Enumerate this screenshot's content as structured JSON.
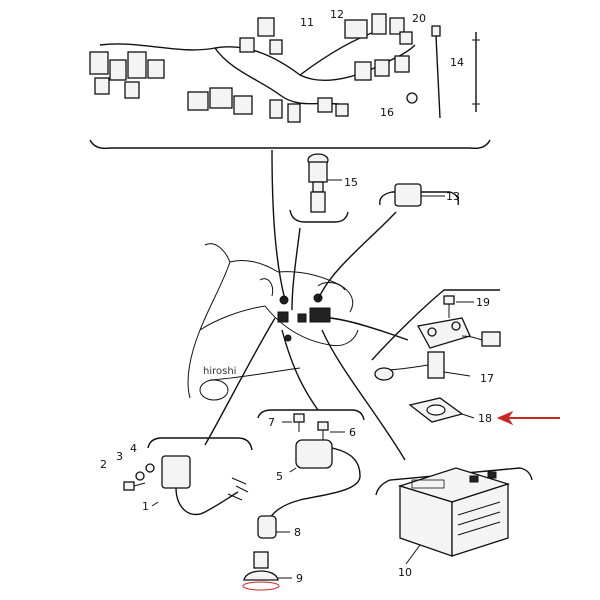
{
  "parts": [
    {
      "id": "p1",
      "label": "1"
    },
    {
      "id": "p2",
      "label": "2"
    },
    {
      "id": "p3",
      "label": "3"
    },
    {
      "id": "p4",
      "label": "4"
    },
    {
      "id": "p5",
      "label": "5"
    },
    {
      "id": "p6",
      "label": "6"
    },
    {
      "id": "p7",
      "label": "7"
    },
    {
      "id": "p8",
      "label": "8"
    },
    {
      "id": "p9",
      "label": "9"
    },
    {
      "id": "p10",
      "label": "10"
    },
    {
      "id": "p11",
      "label": "11"
    },
    {
      "id": "p12",
      "label": "12"
    },
    {
      "id": "p13",
      "label": "13"
    },
    {
      "id": "p14",
      "label": "14"
    },
    {
      "id": "p15",
      "label": "15"
    },
    {
      "id": "p16",
      "label": "16"
    },
    {
      "id": "p17",
      "label": "17"
    },
    {
      "id": "p18",
      "label": "18"
    },
    {
      "id": "p19",
      "label": "19"
    },
    {
      "id": "p20",
      "label": "20"
    }
  ],
  "watermark": "hiroshi",
  "colors": {
    "ink": "#111111",
    "pointer_arrow": "#c62828",
    "background": "#ffffff"
  }
}
